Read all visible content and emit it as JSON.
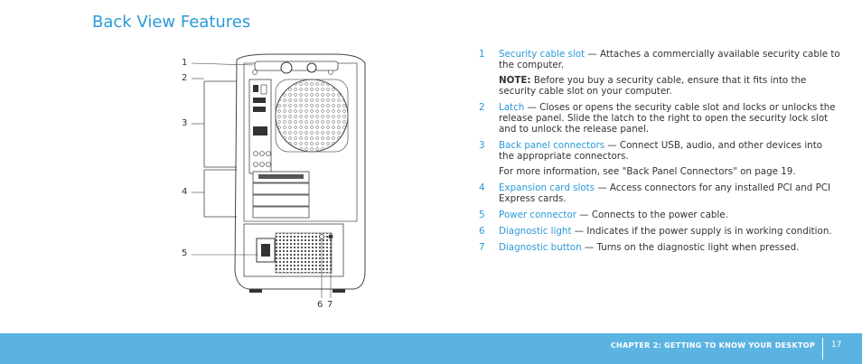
{
  "page": {
    "title": "Back View Features",
    "footer_chapter": "CHAPTER 2: GETTING TO KNOW YOUR DESKTOP",
    "page_number": "17"
  },
  "callouts": {
    "c1": "1",
    "c2": "2",
    "c3": "3",
    "c4": "4",
    "c5": "5",
    "c6": "6",
    "c7": "7"
  },
  "items": [
    {
      "num": "1",
      "term": "Security cable slot",
      "desc": " — Attaches a commercially available security cable to the computer.",
      "note_label": "NOTE:",
      "note": " Before you buy a security cable, ensure that it fits into the security cable slot on your computer."
    },
    {
      "num": "2",
      "term": "Latch",
      "desc": " — Closes or opens the security cable slot and locks or unlocks the release panel. Slide the latch to the right to open the security lock slot and to unlock the release panel."
    },
    {
      "num": "3",
      "term": "Back panel connectors",
      "desc": " — Connect USB, audio, and other devices into the appropriate connectors.",
      "extra": "For more information, see \"Back Panel Connectors\" on page 19."
    },
    {
      "num": "4",
      "term": "Expansion card slots",
      "desc": " — Access connectors for any installed PCI and PCI Express cards."
    },
    {
      "num": "5",
      "term": "Power connector",
      "desc": " — Connects to the power cable."
    },
    {
      "num": "6",
      "term": "Diagnostic light",
      "desc": " — Indicates if the power supply is in working condition."
    },
    {
      "num": "7",
      "term": "Diagnostic button",
      "desc": " — Turns on the diagnostic light when pressed."
    }
  ]
}
